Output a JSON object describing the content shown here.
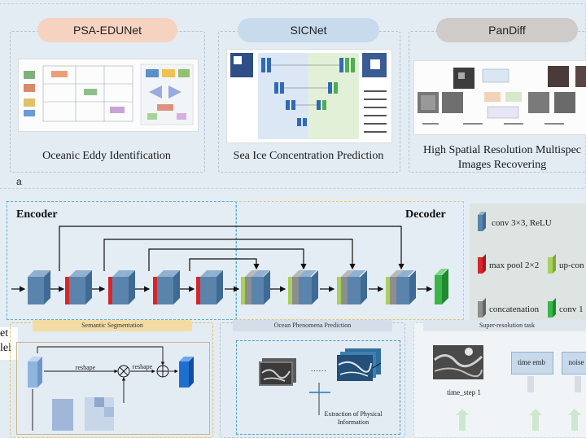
{
  "top": {
    "cards": [
      {
        "model": "PSA-EDUNet",
        "task": "Oceanic Eddy Identification",
        "pill_color": "#f6d3c0"
      },
      {
        "model": "SICNet",
        "task": "Sea Ice Concentration Prediction",
        "pill_color": "#c7dbed"
      },
      {
        "model": "PanDiff",
        "task_line1": "High Spatial Resolution Multispec",
        "task_line2": "Images Recovering",
        "pill_color": "#cfcbc8"
      }
    ],
    "panel_label": "a"
  },
  "unet": {
    "encoder_label": "Encoder",
    "decoder_label": "Decoder",
    "legend": {
      "conv": "conv 3×3, ReLU",
      "maxpool": "max pool 2×2",
      "upconv": "up-con",
      "concat": "concatenation",
      "conv1": "conv 1"
    },
    "colors": {
      "conv": "#5b84ad",
      "maxpool": "#d7262a",
      "upconv": "#a8d05a",
      "concat": "#8e8e8e",
      "conv1": "#3bb54a"
    }
  },
  "bottom": {
    "left_cut_line1": "et",
    "left_cut_line2": "lel",
    "semantic": {
      "title": "Semantic Segmentation",
      "reshape1": "reshape",
      "reshape2": "reshape"
    },
    "ocean": {
      "title": "Ocean Phenomena Prediction",
      "ellipsis": "......",
      "extraction": "Extraction of Physical Information"
    },
    "superres": {
      "title": "Super-resolution task",
      "time_step": "time_step 1",
      "time_emb": "time emb",
      "noise": "noise"
    }
  }
}
